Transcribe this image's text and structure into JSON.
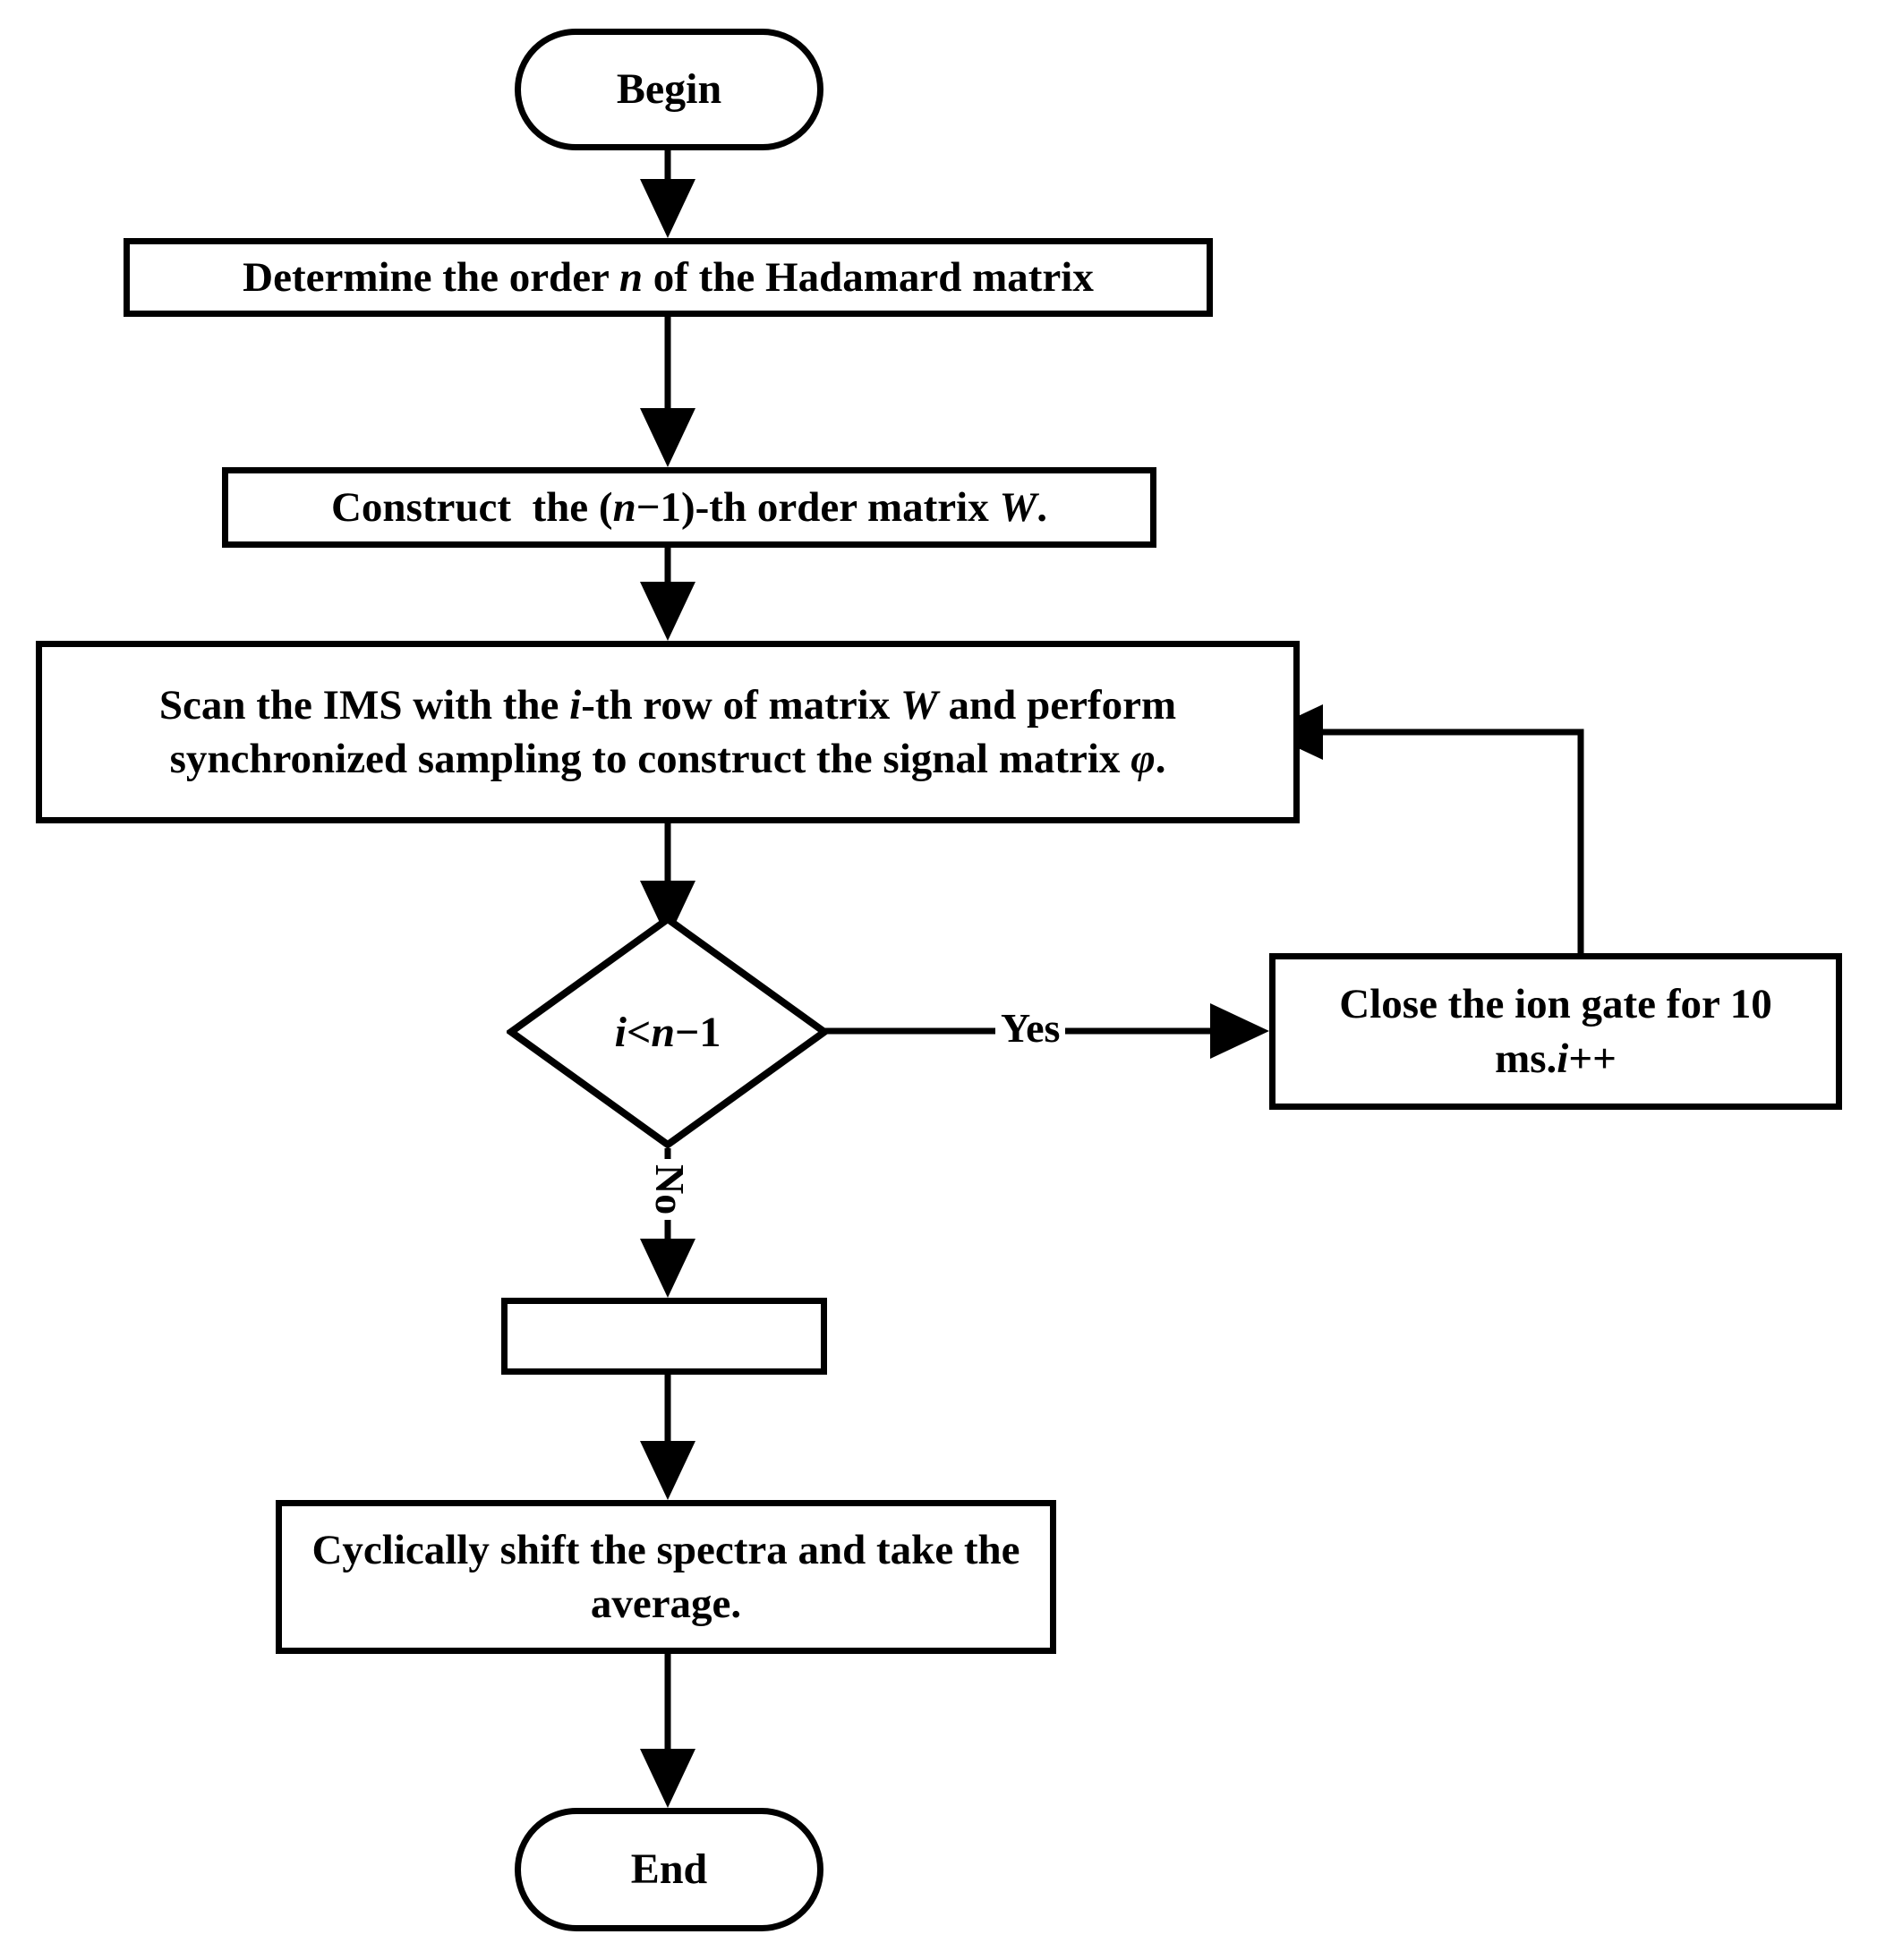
{
  "diagram": {
    "title": "Hadamard transform IMS acquisition flowchart",
    "background_color": "#ffffff",
    "line_color": "#000000"
  },
  "nodes": {
    "begin": {
      "label": "Begin",
      "shape": "terminator"
    },
    "determine_order": {
      "label": "Determine the order n of the Hadamard matrix",
      "shape": "process"
    },
    "construct_matrix": {
      "label": "Construct  the (n−1)-th order matrix W.",
      "shape": "process"
    },
    "scan_ims": {
      "label": "Scan the IMS with the i-th row of matrix W and perform synchronized sampling to construct the signal matrix φ.",
      "shape": "process"
    },
    "decision": {
      "label": "i<n−1",
      "shape": "decision"
    },
    "close_gate": {
      "label": "Close the ion gate for 10 ms.i++",
      "shape": "process"
    },
    "empty_box": {
      "label": "",
      "shape": "process"
    },
    "cyclic_shift": {
      "label": "Cyclically shift the spectra and take the average.",
      "shape": "process"
    },
    "end": {
      "label": "End",
      "shape": "terminator"
    }
  },
  "edge_labels": {
    "yes": "Yes",
    "no": "No"
  }
}
